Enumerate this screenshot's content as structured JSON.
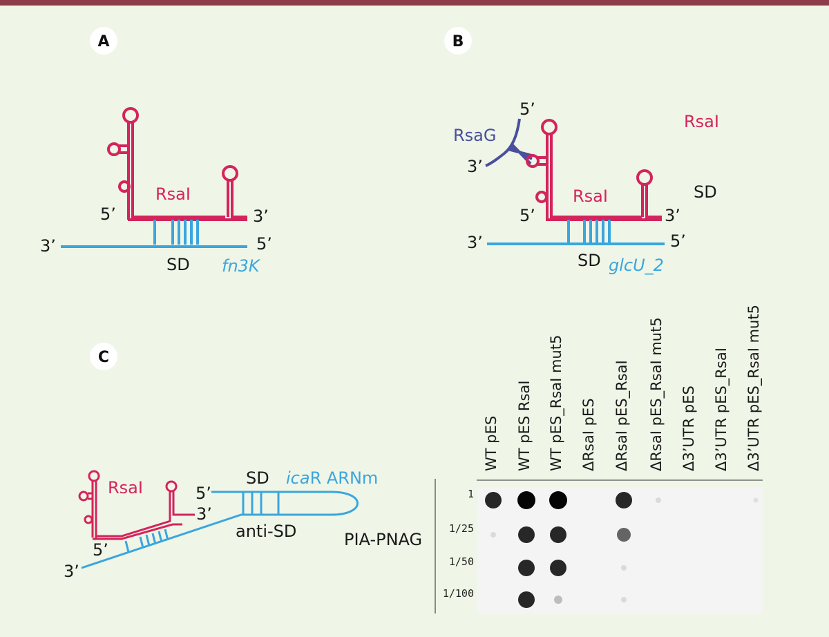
{
  "panels": {
    "a": {
      "letter": "A",
      "rna_label": "RsaI",
      "rna_5": "5’",
      "rna_3": "3’",
      "mrna_3": "3’",
      "mrna_5": "5’",
      "sd": "SD",
      "mrna_name": "fn3K"
    },
    "b": {
      "letter": "B",
      "rsag_label": "RsaG",
      "rsag_5": "5’",
      "rsag_3": "3’",
      "legend_rsai": "RsaI",
      "legend_sd": "SD",
      "rna_label": "RsaI",
      "rna_5": "5’",
      "rna_3": "3’",
      "mrna_3": "3’",
      "mrna_5": "5’",
      "sd": "SD",
      "mrna_name": "glcU_2"
    },
    "c": {
      "letter": "C",
      "rna_label": "RsaI",
      "rna_5": "5’",
      "rna_3": "3’",
      "mrna_5": "5’",
      "mrna_3": "3’",
      "sd": "SD",
      "mrna_name_italic": "ica",
      "mrna_name_rest": "R ARNm",
      "anti_sd": "anti-SD"
    }
  },
  "blot": {
    "row_label": "PIA-PNAG",
    "dilutions": [
      "1",
      "1/25",
      "1/50",
      "1/100"
    ],
    "strains": [
      "WT pES",
      "WT pES RsaI",
      "WT pES_RsaI mut5",
      "ΔRsaI pES",
      "ΔRsaI pES_RsaI",
      "ΔRsaI pES_RsaI mut5",
      "Δ3’UTR pES",
      "Δ3’UTR pES_RsaI",
      "Δ3’UTR pES_RsaI mut5"
    ],
    "dot_intensity": [
      [
        0.9,
        0.1,
        0.0,
        0.0
      ],
      [
        1.0,
        0.9,
        0.9,
        0.9
      ],
      [
        1.0,
        0.9,
        0.9,
        0.3
      ],
      [
        0.0,
        0.0,
        0.0,
        0.0
      ],
      [
        0.9,
        0.7,
        0.1,
        0.1
      ],
      [
        0.1,
        0.0,
        0.0,
        0.0
      ],
      [
        0.0,
        0.0,
        0.0,
        0.0
      ],
      [
        0.0,
        0.0,
        0.0,
        0.0
      ],
      [
        0.05,
        0.0,
        0.0,
        0.0
      ]
    ]
  },
  "colors": {
    "rsai": "#d4245c",
    "mrna": "#3aa6dd",
    "rsag": "#4a4f9c",
    "frame": "#8e3b4b",
    "background": "#eff5e7"
  }
}
